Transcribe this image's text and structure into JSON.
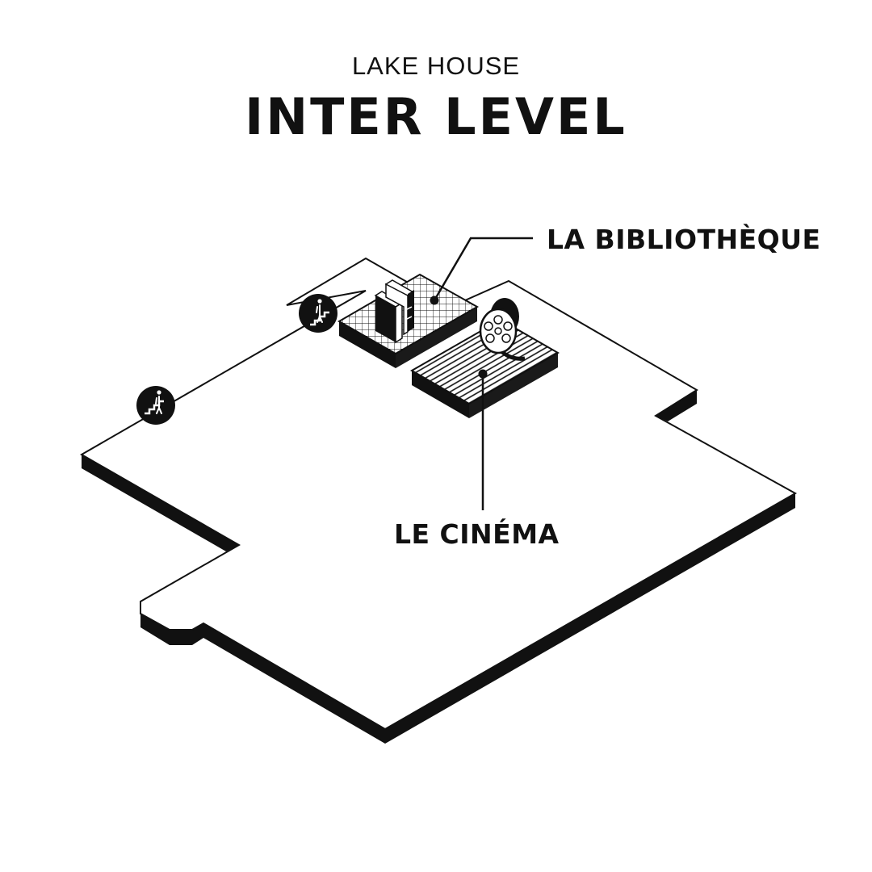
{
  "header": {
    "subtitle": "LAKE HOUSE",
    "title": "INTER LEVEL"
  },
  "areas": {
    "library": {
      "label": "LA BIBLIOTHÈQUE",
      "icon": "books-icon"
    },
    "cinema": {
      "label": "LE CINÉMA",
      "icon": "film-reel-icon"
    }
  },
  "stairs": [
    {
      "icon": "stairs-up-icon"
    },
    {
      "icon": "stairs-up-icon"
    }
  ],
  "colors": {
    "ink": "#111111",
    "background": "#ffffff"
  }
}
